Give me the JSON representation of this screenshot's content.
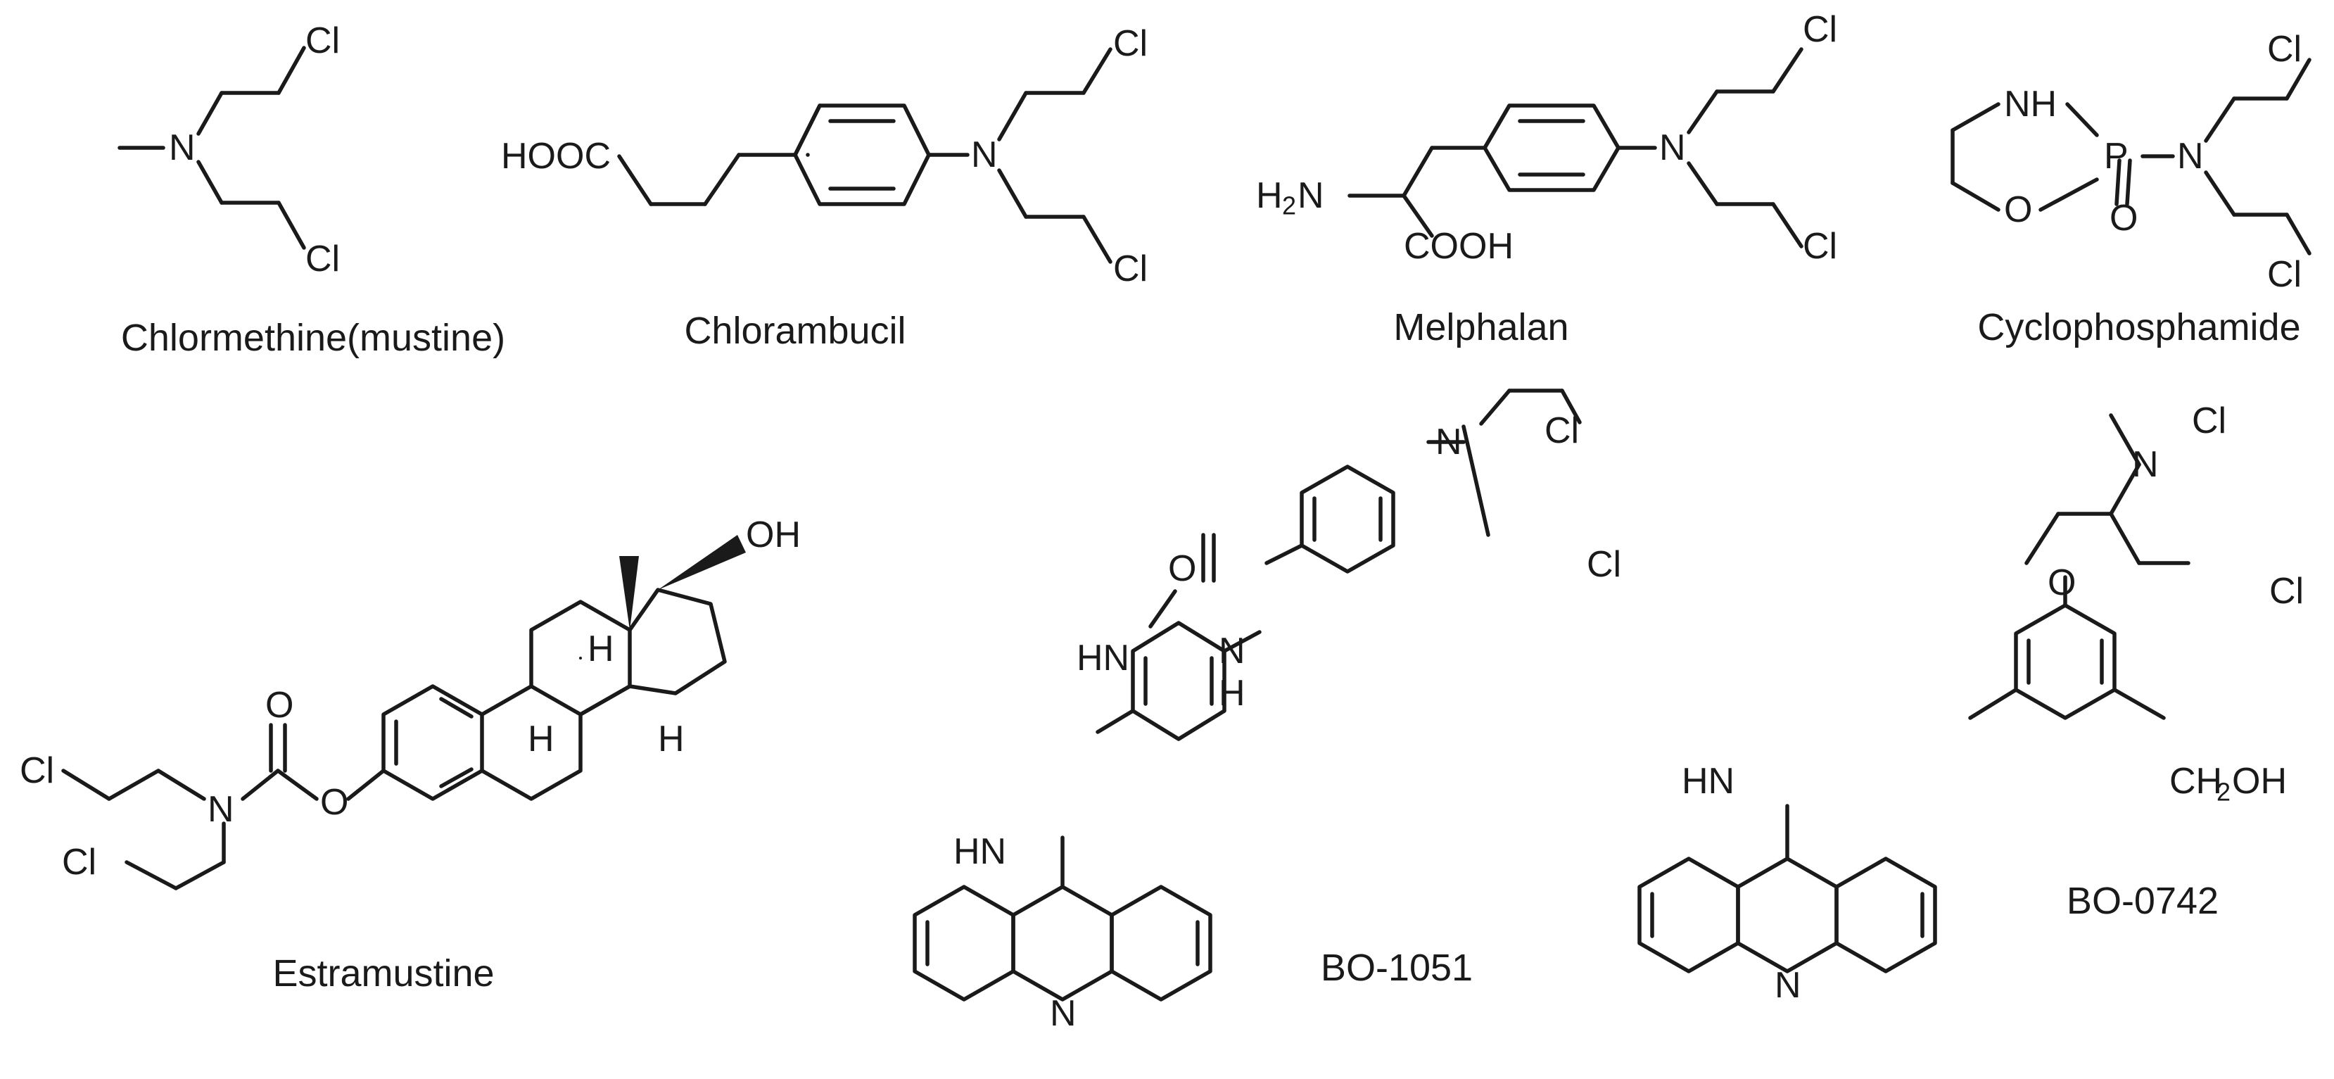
{
  "compounds": [
    {
      "name": "Chlormethine(mustine)",
      "atoms": {
        "cl1": "Cl",
        "n": "N",
        "cl2": "Cl"
      }
    },
    {
      "name": "Chlorambucil",
      "atoms": {
        "hooc": "HOOC",
        "n": "N",
        "cl1": "Cl",
        "cl2": "Cl"
      }
    },
    {
      "name": "Melphalan",
      "atoms": {
        "h2n": "H",
        "h2n_sub": "2",
        "h2n_n": "N",
        "cooh": "COOH",
        "n": "N",
        "cl1": "Cl",
        "cl2": "Cl"
      }
    },
    {
      "name": "Cyclophosphamide",
      "atoms": {
        "nh": "NH",
        "p": "P",
        "o": "O",
        "po": "O",
        "n": "N",
        "cl1": "Cl",
        "cl2": "Cl"
      }
    },
    {
      "name": "Estramustine",
      "atoms": {
        "oh": "OH",
        "h1": "H",
        "h2": "H",
        "h3": "H",
        "o_carb": "O",
        "o_ester": "O",
        "n": "N",
        "cl1": "Cl",
        "cl2": "Cl"
      }
    },
    {
      "name": "BO-1051",
      "atoms": {
        "o": "O",
        "hn1": "HN",
        "nh": "N",
        "nh_h": "H",
        "hn2": "HN",
        "n_acr": "N",
        "n": "N",
        "cl1": "Cl",
        "cl2": "Cl"
      }
    },
    {
      "name": "BO-0742",
      "atoms": {
        "o": "O",
        "n": "N",
        "cl1": "Cl",
        "cl2": "Cl",
        "hn": "HN",
        "ch2oh_a": "CH",
        "ch2oh_sub": "2",
        "ch2oh_b": "OH",
        "n_acr": "N"
      }
    }
  ]
}
